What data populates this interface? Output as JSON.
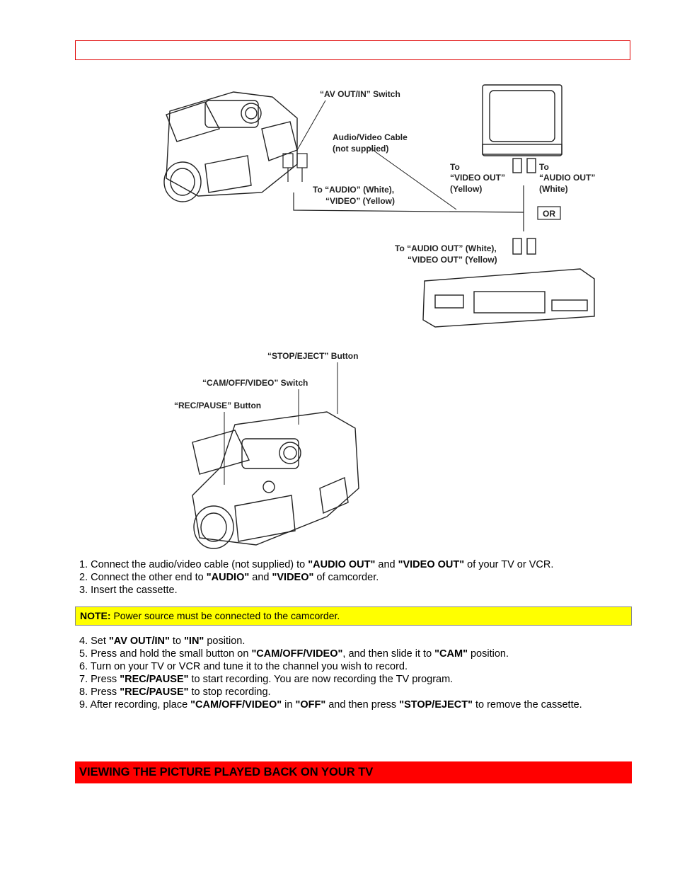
{
  "diagram_top": {
    "av_switch_label": "“AV OUT/IN” Switch",
    "cable_label_1": "Audio/Video Cable",
    "cable_label_2": "(not supplied)",
    "to_video_out_1": "To",
    "to_video_out_2": "“VIDEO OUT”",
    "to_video_out_3": "(Yellow)",
    "to_audio_out_1": "To",
    "to_audio_out_2": "“AUDIO OUT”",
    "to_audio_out_3": "(White)",
    "to_audio_video_1": "To “AUDIO” (White),",
    "to_audio_video_2": "“VIDEO” (Yellow)",
    "or_label": "OR",
    "vcr_out_1": "To “AUDIO OUT” (White),",
    "vcr_out_2": "“VIDEO OUT” (Yellow)"
  },
  "diagram_bottom": {
    "stop_eject": "“STOP/EJECT” Button",
    "cam_off_video": "“CAM/OFF/VIDEO” Switch",
    "rec_pause": "“REC/PAUSE” Button"
  },
  "steps_a": [
    {
      "n": "1. Connect the audio/video cable (not supplied) to ",
      "b1": "\"AUDIO OUT\"",
      "m1": " and ",
      "b2": "\"VIDEO OUT\"",
      "e": " of your TV or VCR."
    },
    {
      "n": "2. Connect the other end to ",
      "b1": "\"AUDIO\"",
      "m1": " and ",
      "b2": "\"VIDEO\"",
      "e": " of camcorder."
    },
    {
      "n": "3. Insert the cassette."
    }
  ],
  "note": {
    "label": "NOTE:",
    "text": " Power source must be connected to the camcorder."
  },
  "steps_b": [
    {
      "t1": "4. Set ",
      "b1": "\"AV OUT/IN\"",
      "t2": " to ",
      "b2": "\"IN\"",
      "t3": " position."
    },
    {
      "t1": "5. Press and hold the small button on ",
      "b1": "\"CAM/OFF/VIDEO\"",
      "t2": ", and then slide it to ",
      "b2": "\"CAM\"",
      "t3": " position."
    },
    {
      "t1": "6. Turn on your TV or VCR and tune it to the channel you wish to record."
    },
    {
      "t1": "7. Press ",
      "b1": "\"REC/PAUSE\"",
      "t2": " to start recording.  You are now recording the TV program."
    },
    {
      "t1": "8. Press ",
      "b1": "\"REC/PAUSE\"",
      "t2": " to stop recording."
    },
    {
      "t1": "9. After recording, place ",
      "b1": "\"CAM/OFF/VIDEO\"",
      "t2": " in ",
      "b2": "\"OFF\"",
      "t3": " and then press ",
      "b3": "\"STOP/EJECT\"",
      "t4": " to remove the cassette."
    }
  ],
  "section_heading": "VIEWING THE PICTURE PLAYED BACK ON YOUR TV"
}
